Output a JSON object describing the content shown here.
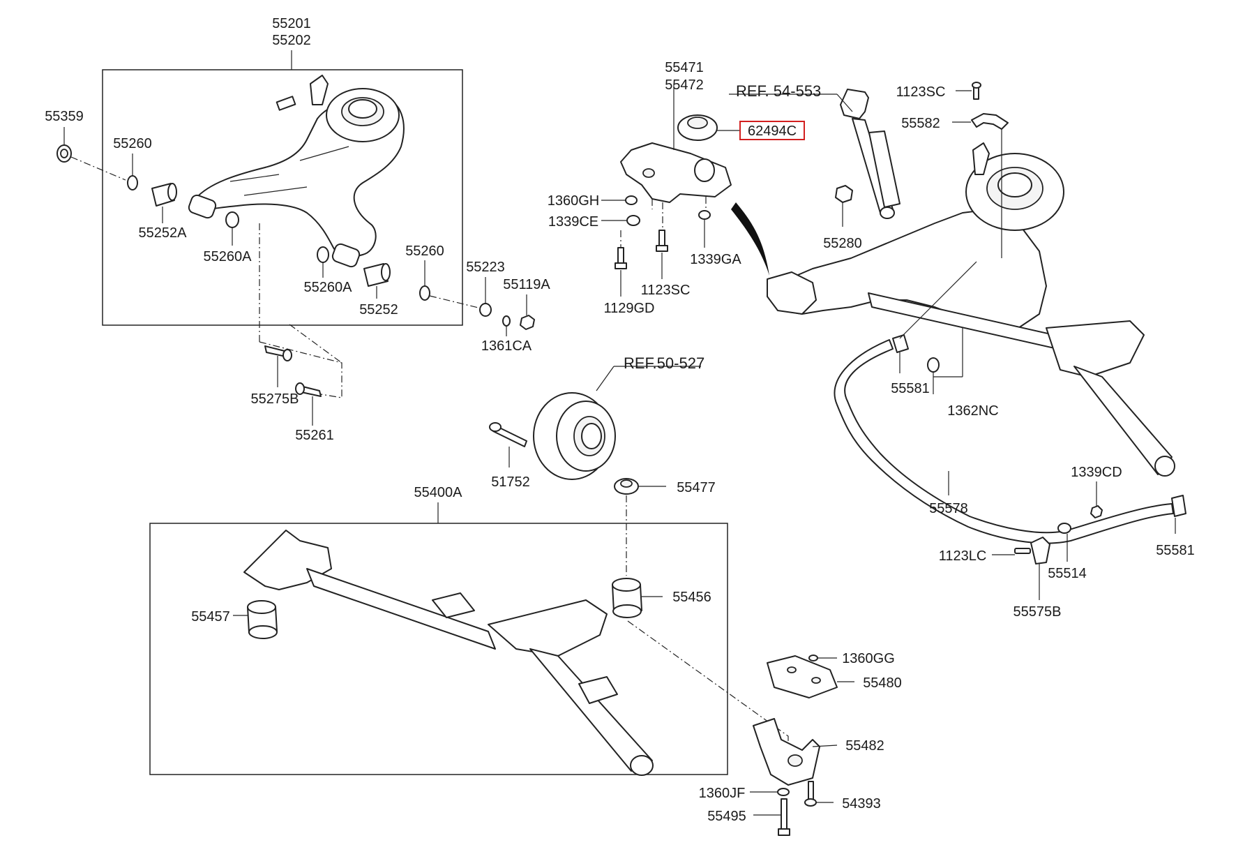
{
  "labels": {
    "p55201": "55201",
    "p55202": "55202",
    "p55359": "55359",
    "p55260_a": "55260",
    "p55252A": "55252A",
    "p55260A_a": "55260A",
    "p55260A_b": "55260A",
    "p55252": "55252",
    "p55260_b": "55260",
    "p55223": "55223",
    "p55119A": "55119A",
    "p1361CA": "1361CA",
    "p55275B": "55275B",
    "p55261": "55261",
    "p55471": "55471",
    "p55472": "55472",
    "p62494C": "62494C",
    "p1360GH": "1360GH",
    "p1339CE": "1339CE",
    "p1339GA": "1339GA",
    "p1123SC_a": "1123SC",
    "p1129GD": "1129GD",
    "ref54553": "REF. 54-553",
    "p1123SC_b": "1123SC",
    "p55582": "55582",
    "p55280": "55280",
    "p55581_a": "55581",
    "p1362NC": "1362NC",
    "ref50527": "REF.50-527",
    "p51752": "51752",
    "p55477": "55477",
    "p55400A": "55400A",
    "p55456": "55456",
    "p55457": "55457",
    "p55578": "55578",
    "p1339CD": "1339CD",
    "p55581_b": "55581",
    "p1123LC": "1123LC",
    "p55514": "55514",
    "p55575B": "55575B",
    "p1360GG": "1360GG",
    "p55480": "55480",
    "p55482": "55482",
    "p1360JF": "1360JF",
    "p54393": "54393",
    "p55495": "55495"
  },
  "highlight": {
    "color": "#d21f1f",
    "part": "62494C"
  }
}
